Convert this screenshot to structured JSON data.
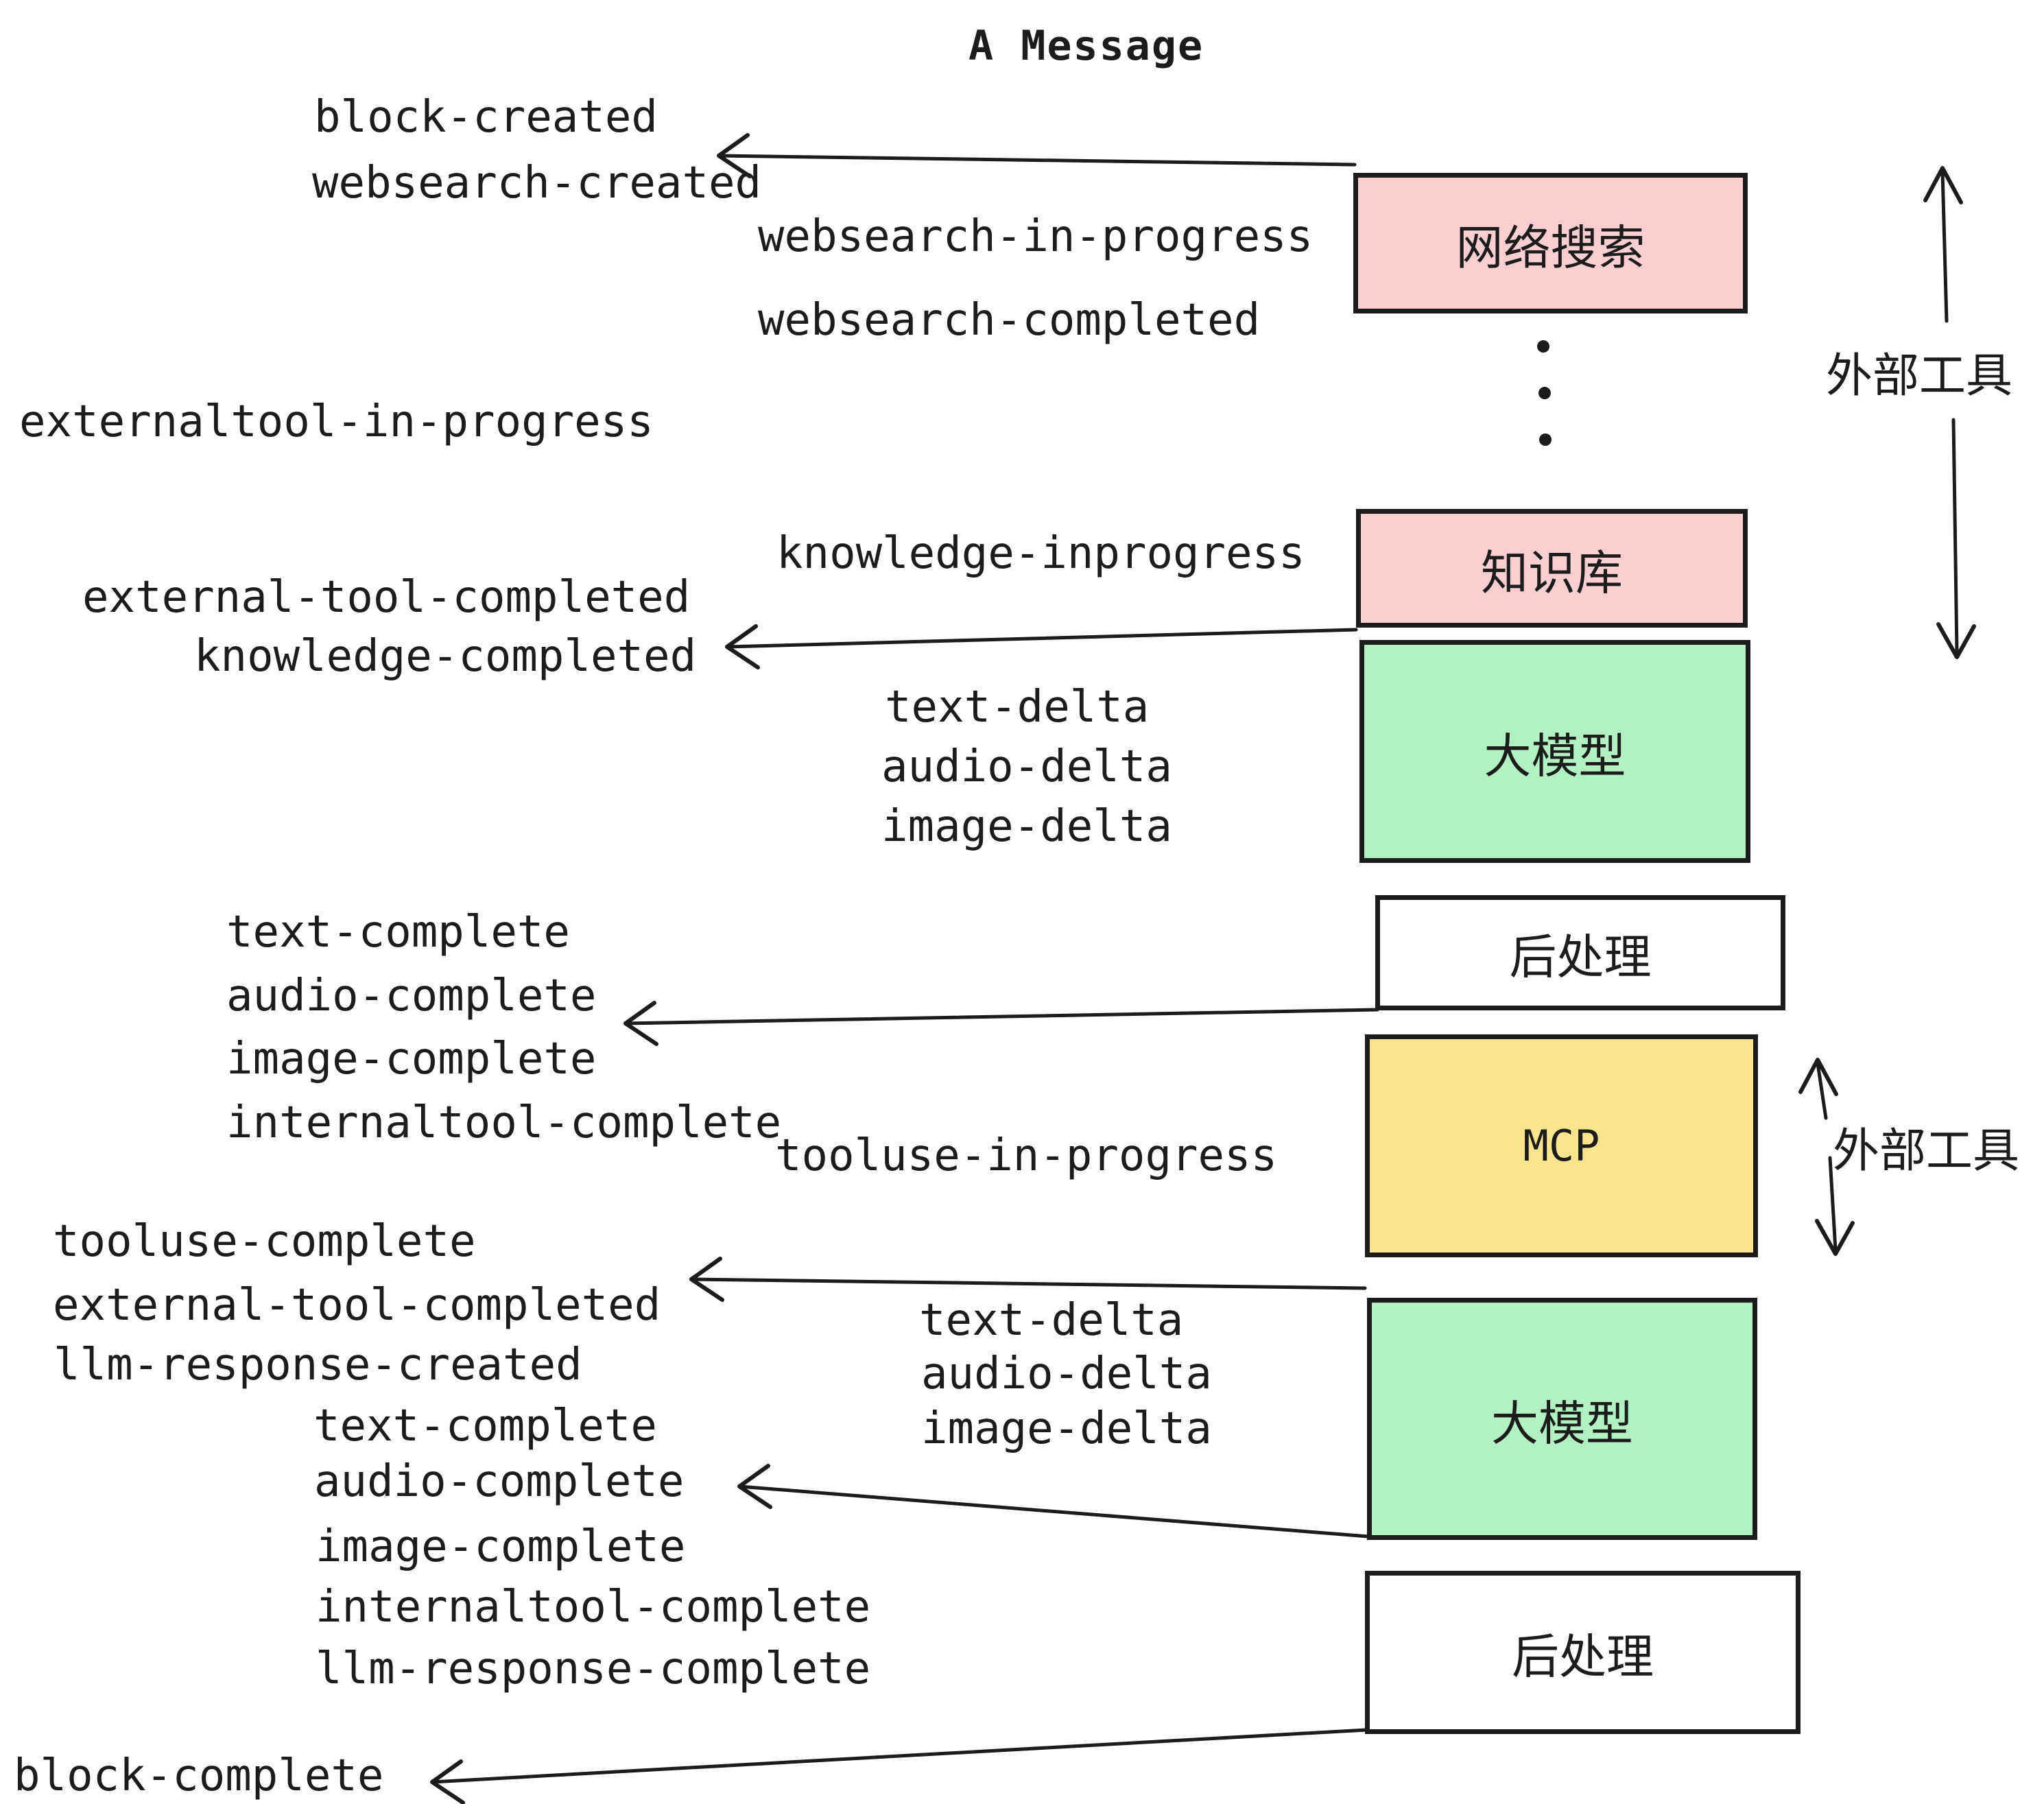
{
  "title": "A Message",
  "colors": {
    "pink": "#FBCED2",
    "green": "#B2F1C3",
    "yellow": "#FAE58C",
    "white": "#FFFFFF",
    "ink": "#1C1C1C"
  },
  "boxes": [
    {
      "id": "websearch",
      "label": "网络搜索"
    },
    {
      "id": "knowledge",
      "label": "知识库"
    },
    {
      "id": "llm-1",
      "label": "大模型"
    },
    {
      "id": "postprocess-1",
      "label": "后处理"
    },
    {
      "id": "mcp",
      "label": "MCP"
    },
    {
      "id": "llm-2",
      "label": "大模型"
    },
    {
      "id": "postprocess-2",
      "label": "后处理"
    }
  ],
  "side_labels": [
    "外部工具",
    "外部工具"
  ],
  "events": [
    "block-created",
    "websearch-created",
    "websearch-in-progress",
    "websearch-completed",
    "externaltool-in-progress",
    "knowledge-inprogress",
    "external-tool-completed",
    "knowledge-completed",
    "text-delta",
    "audio-delta",
    "image-delta",
    "text-complete",
    "audio-complete",
    "image-complete",
    "internaltool-complete",
    "tooluse-in-progress",
    "tooluse-complete",
    "external-tool-completed",
    "llm-response-created",
    "text-delta",
    "audio-delta",
    "image-delta",
    "text-complete",
    "audio-complete",
    "image-complete",
    "internaltool-complete",
    "llm-response-complete",
    "block-complete"
  ]
}
